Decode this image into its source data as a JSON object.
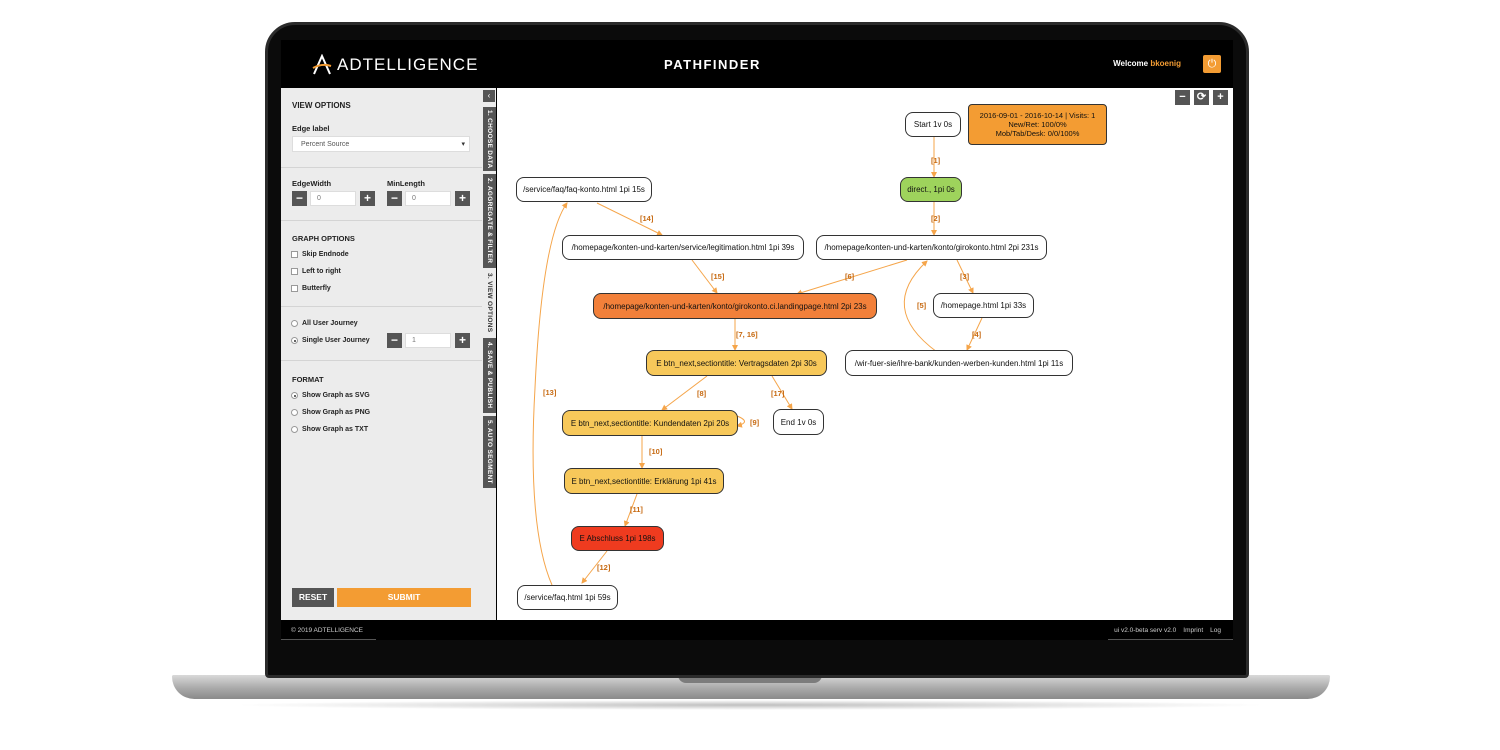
{
  "header": {
    "brand": "ADTELLIGENCE",
    "app_title": "PATHFINDER",
    "welcome_prefix": "Welcome",
    "username": "bkoenig",
    "power_icon": "⏻"
  },
  "sidebar": {
    "view_options_title": "VIEW OPTIONS",
    "edge_label_title": "Edge label",
    "edge_label_value": "Percent Source",
    "edge_width_title": "EdgeWidth",
    "edge_width_value": "0",
    "min_length_title": "MinLength",
    "min_length_value": "0",
    "graph_options_title": "GRAPH OPTIONS",
    "skip_endnode": "Skip Endnode",
    "left_to_right": "Left to right",
    "butterfly": "Butterfly",
    "all_user_journey": "All User Journey",
    "single_user_journey": "Single User Journey",
    "single_user_journey_value": "1",
    "format_title": "FORMAT",
    "show_svg": "Show Graph as SVG",
    "show_png": "Show Graph as PNG",
    "show_txt": "Show Graph as TXT",
    "reset": "RESET",
    "submit": "SUBMIT",
    "minus": "−",
    "plus": "+"
  },
  "tabs": [
    "1. CHOOSE DATA",
    "2. AGGREGATE & FILTER",
    "3. VIEW OPTIONS",
    "4. SAVE & PUBLISH",
    "5. AUTO SEGMENT"
  ],
  "collapse_icon": "‹",
  "zoom": {
    "out": "−",
    "refresh": "⟳",
    "in": "+"
  },
  "graph": {
    "info": [
      "2016-09-01 - 2016-10-14 | Visits: 1",
      "New/Ret: 100/0%",
      "Mob/Tab/Desk: 0/0/100%"
    ],
    "nodes": {
      "start": "Start 1v 0s",
      "direct": "direct., 1pi 0s",
      "faq_konto": "/service/faq/faq-konto.html 1pi 15s",
      "legitimation": "/homepage/konten-und-karten/service/legitimation.html 1pi 39s",
      "girokonto": "/homepage/konten-und-karten/konto/girokonto.html 2pi 231s",
      "landingpage": "/homepage/konten-und-karten/konto/girokonto.ci.landingpage.html 2pi 23s",
      "homepage": "/homepage.html 1pi 33s",
      "werben": "/wir-fuer-sie/ihre-bank/kunden-werben-kunden.html 1pi 11s",
      "vertragsdaten": "E btn_next,sectiontitle: Vertragsdaten 2pi 30s",
      "kundendaten": "E btn_next,sectiontitle: Kundendaten 2pi 20s",
      "end": "End 1v 0s",
      "erklaerung": "E btn_next,sectiontitle: Erklärung 1pi 41s",
      "abschluss": "E Abschluss 1pi 198s",
      "faq": "/service/faq.html 1pi 59s"
    },
    "edges": {
      "e1": "[1]",
      "e2": "[2]",
      "e3": "[3]",
      "e4": "[4]",
      "e5": "[5]",
      "e6": "[6]",
      "e7_16": "[7, 16]",
      "e8": "[8]",
      "e9": "[9]",
      "e10": "[10]",
      "e11": "[11]",
      "e12": "[12]",
      "e13": "[13]",
      "e14": "[14]",
      "e15": "[15]",
      "e17": "[17]"
    },
    "colors": {
      "info": "#f39c33",
      "green": "#9ed35c",
      "orange": "#f2803a",
      "yellow": "#f7c85a",
      "red": "#ef3b1f",
      "edge": "#f5a54a"
    }
  },
  "footer": {
    "copyright": "© 2019 ADTELLIGENCE",
    "version": "ui v2.0-beta serv v2.0",
    "imprint": "Imprint",
    "log": "Log"
  }
}
